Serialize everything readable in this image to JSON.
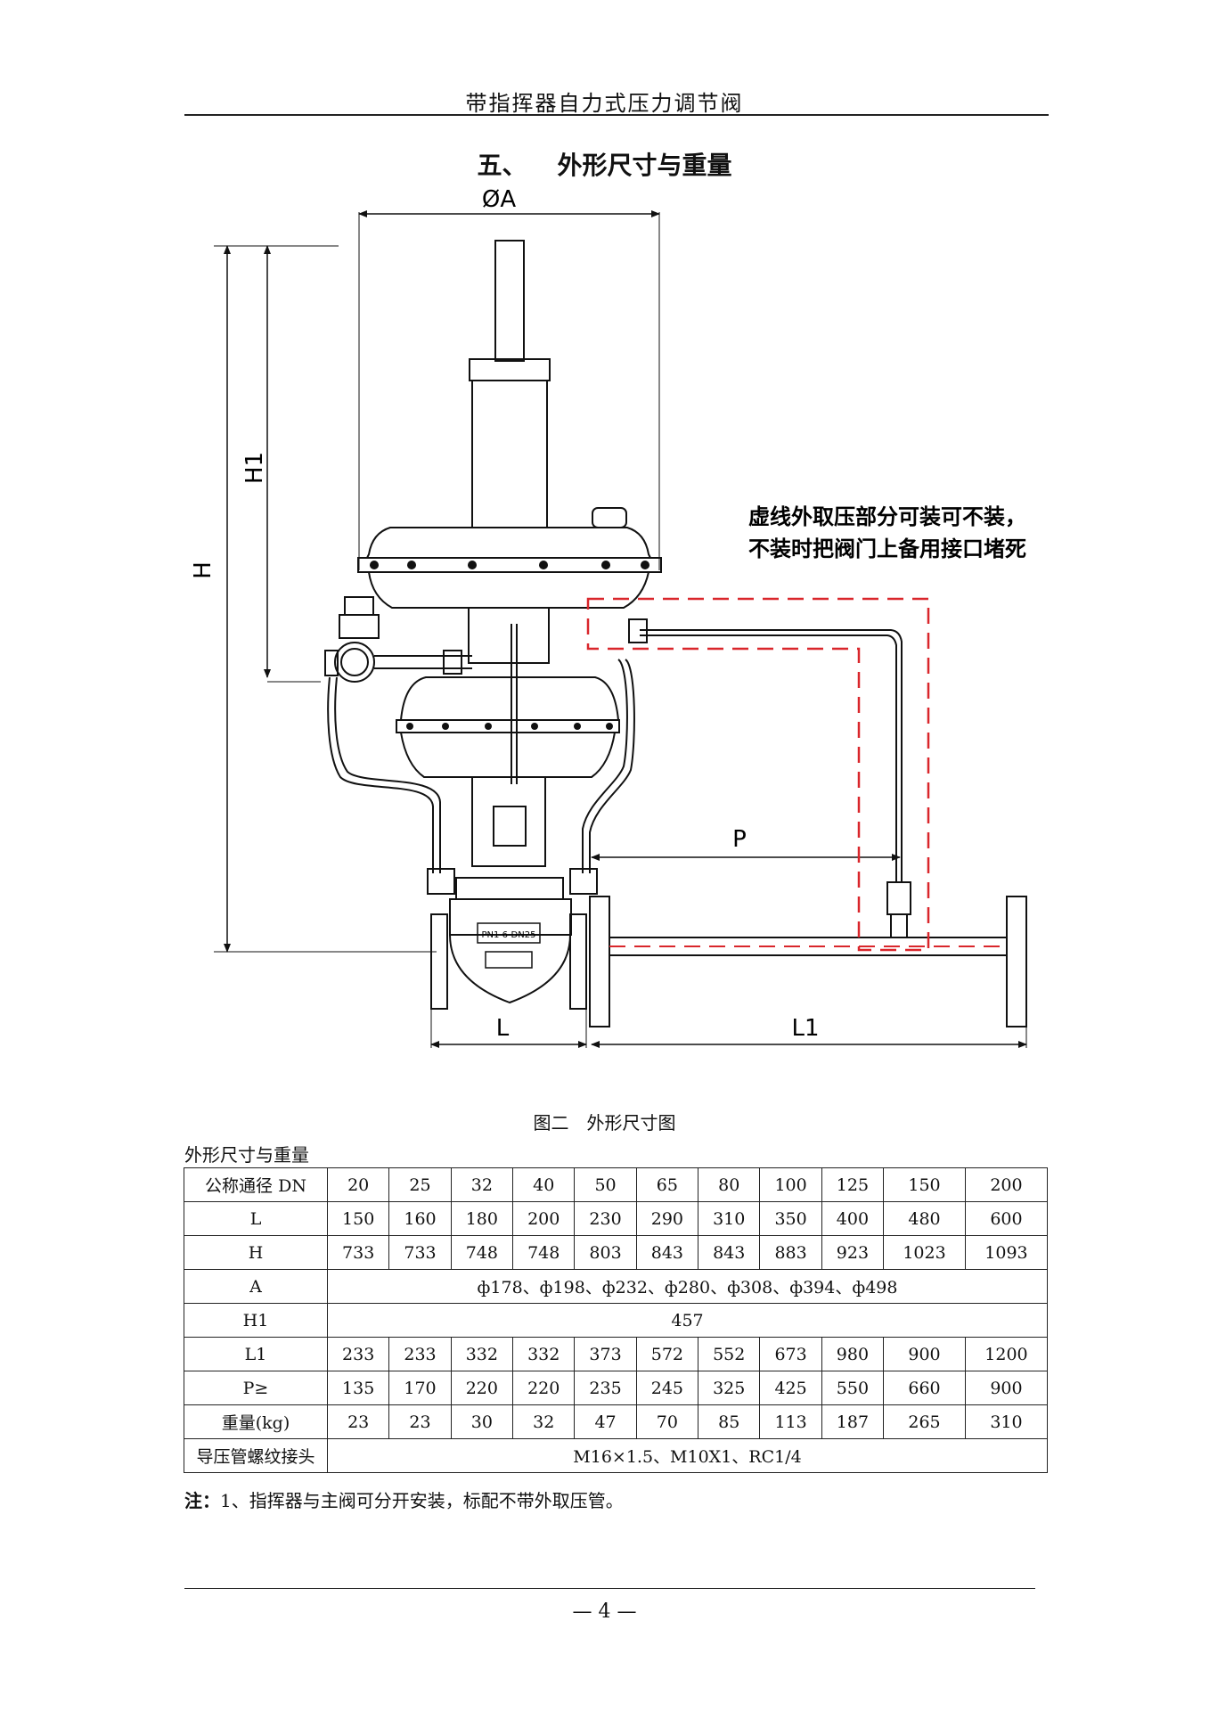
{
  "header": {
    "title": "带指挥器自力式压力调节阀"
  },
  "section": {
    "number": "五、",
    "title": "外形尺寸与重量"
  },
  "figure": {
    "labels": {
      "A": "ØA",
      "H": "H",
      "H1": "H1",
      "P": "P",
      "L": "L",
      "L1": "L1"
    },
    "note_line1": "虚线外取压部分可装可不装，",
    "note_line2": "不装时把阀门上备用接口堵死",
    "plate_text": "PN1 6-DN25"
  },
  "figure_caption": "图二　外形尺寸图",
  "table_label": "外形尺寸与重量",
  "table": {
    "rows": [
      {
        "label": "公称通径 DN",
        "values": [
          "20",
          "25",
          "32",
          "40",
          "50",
          "65",
          "80",
          "100",
          "125",
          "150",
          "200"
        ]
      },
      {
        "label": "L",
        "values": [
          "150",
          "160",
          "180",
          "200",
          "230",
          "290",
          "310",
          "350",
          "400",
          "480",
          "600"
        ]
      },
      {
        "label": "H",
        "values": [
          "733",
          "733",
          "748",
          "748",
          "803",
          "843",
          "843",
          "883",
          "923",
          "1023",
          "1093"
        ]
      },
      {
        "label": "A",
        "span": "ф178、ф198、ф232、ф280、ф308、ф394、ф498"
      },
      {
        "label": "H1",
        "span": "457"
      },
      {
        "label": "L1",
        "values": [
          "233",
          "233",
          "332",
          "332",
          "373",
          "572",
          "552",
          "673",
          "980",
          "900",
          "1200"
        ]
      },
      {
        "label": "P≥",
        "values": [
          "135",
          "170",
          "220",
          "220",
          "235",
          "245",
          "325",
          "425",
          "550",
          "660",
          "900"
        ]
      },
      {
        "label": "重量(kg)",
        "values": [
          "23",
          "23",
          "30",
          "32",
          "47",
          "70",
          "85",
          "113",
          "187",
          "265",
          "310"
        ]
      },
      {
        "label": "导压管螺纹接头",
        "span": "M16×1.5、M10X1、RC1/4"
      }
    ]
  },
  "note": {
    "label": "注：",
    "text": "1、指挥器与主阀可分开安装，标配不带外取压管。"
  },
  "page_number": "— 4 —",
  "colors": {
    "dashed_outline": "#d9262b"
  }
}
